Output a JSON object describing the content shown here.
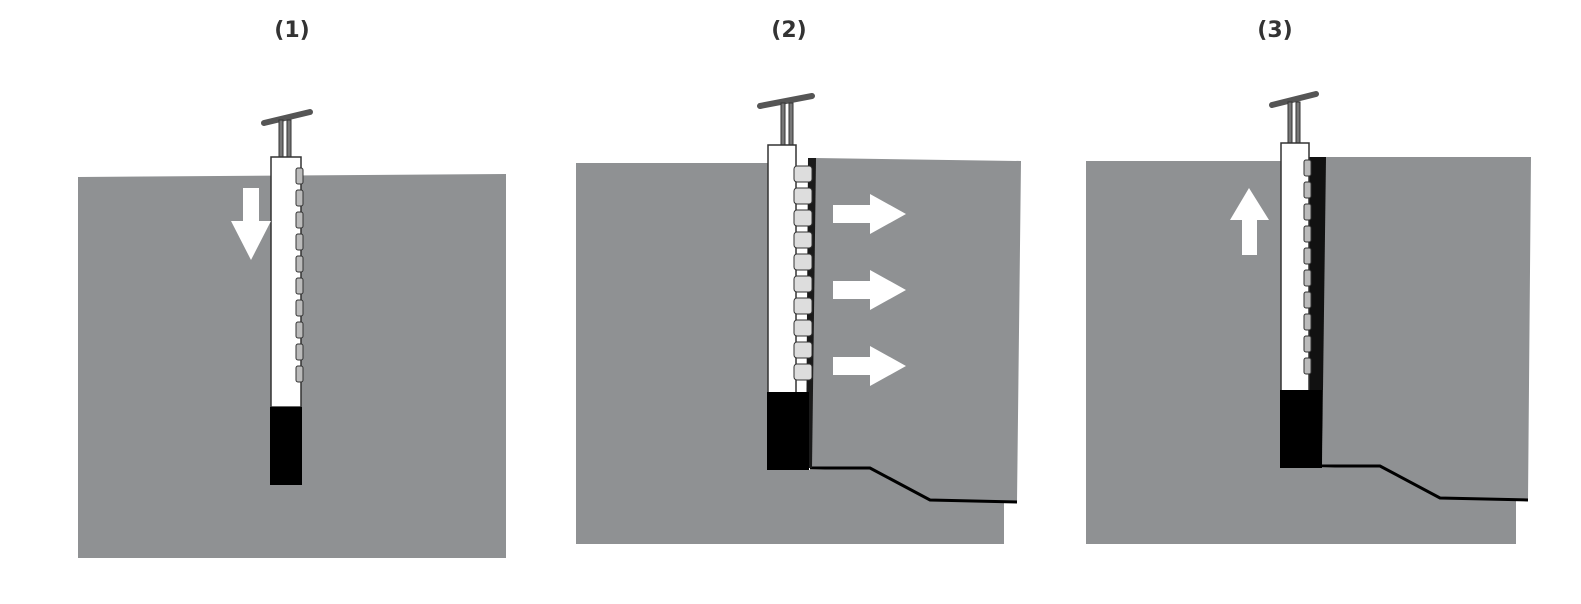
{
  "panels": [
    {
      "label": "(1)",
      "arrow": "down"
    },
    {
      "label": "(2)",
      "arrow": "right"
    },
    {
      "label": "(3)",
      "arrow": "up"
    }
  ],
  "colors": {
    "rock": "#8f9193",
    "background": "#ffffff",
    "tool": "#ffffff",
    "tool_outline": "#333333",
    "bottom": "#000000",
    "arrow": "#ffffff",
    "crack": "#000000",
    "pad": "#dddddd"
  },
  "icons": [
    "down-arrow-icon",
    "right-arrow-icon",
    "up-arrow-icon"
  ]
}
